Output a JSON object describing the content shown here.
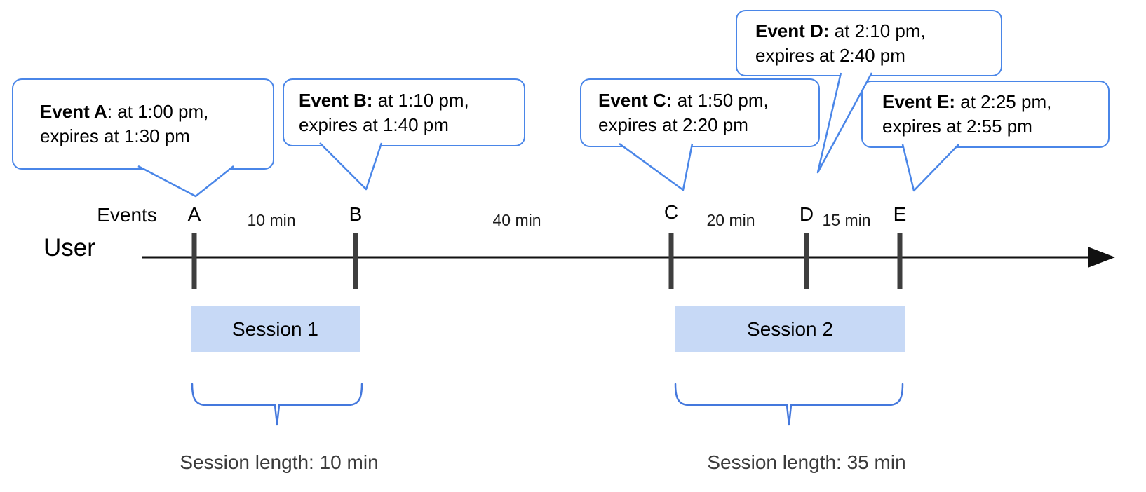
{
  "bubbles": [
    {
      "event": "A",
      "bold": "Event A",
      "rest": ": at 1:00 pm,",
      "line2": "expires at 1:30 pm"
    },
    {
      "event": "B",
      "bold": "Event B:",
      "rest": " at 1:10 pm,",
      "line2": "expires at 1:40 pm"
    },
    {
      "event": "C",
      "bold": "Event C:",
      "rest": " at 1:50 pm,",
      "line2": "expires at 2:20 pm"
    },
    {
      "event": "D",
      "bold": "Event D:",
      "rest": " at 2:10 pm,",
      "line2": "expires at 2:40 pm"
    },
    {
      "event": "E",
      "bold": "Event E:",
      "rest": " at 2:25 pm,",
      "line2": "expires at 2:55 pm"
    }
  ],
  "timeline": {
    "row_label": "User",
    "events_label": "Events",
    "ticks": [
      "A",
      "B",
      "C",
      "D",
      "E"
    ],
    "gaps": [
      "10 min",
      "40 min",
      "20 min",
      "15 min"
    ]
  },
  "sessions": [
    {
      "label": "Session 1",
      "length": "Session length: 10 min"
    },
    {
      "label": "Session 2",
      "length": "Session length: 35 min"
    }
  ],
  "colors": {
    "bubble_border": "#4a86e8",
    "session_fill": "#c7d9f6",
    "brace": "#4478dd",
    "tick": "#3e3e3e",
    "axis": "#111111"
  }
}
